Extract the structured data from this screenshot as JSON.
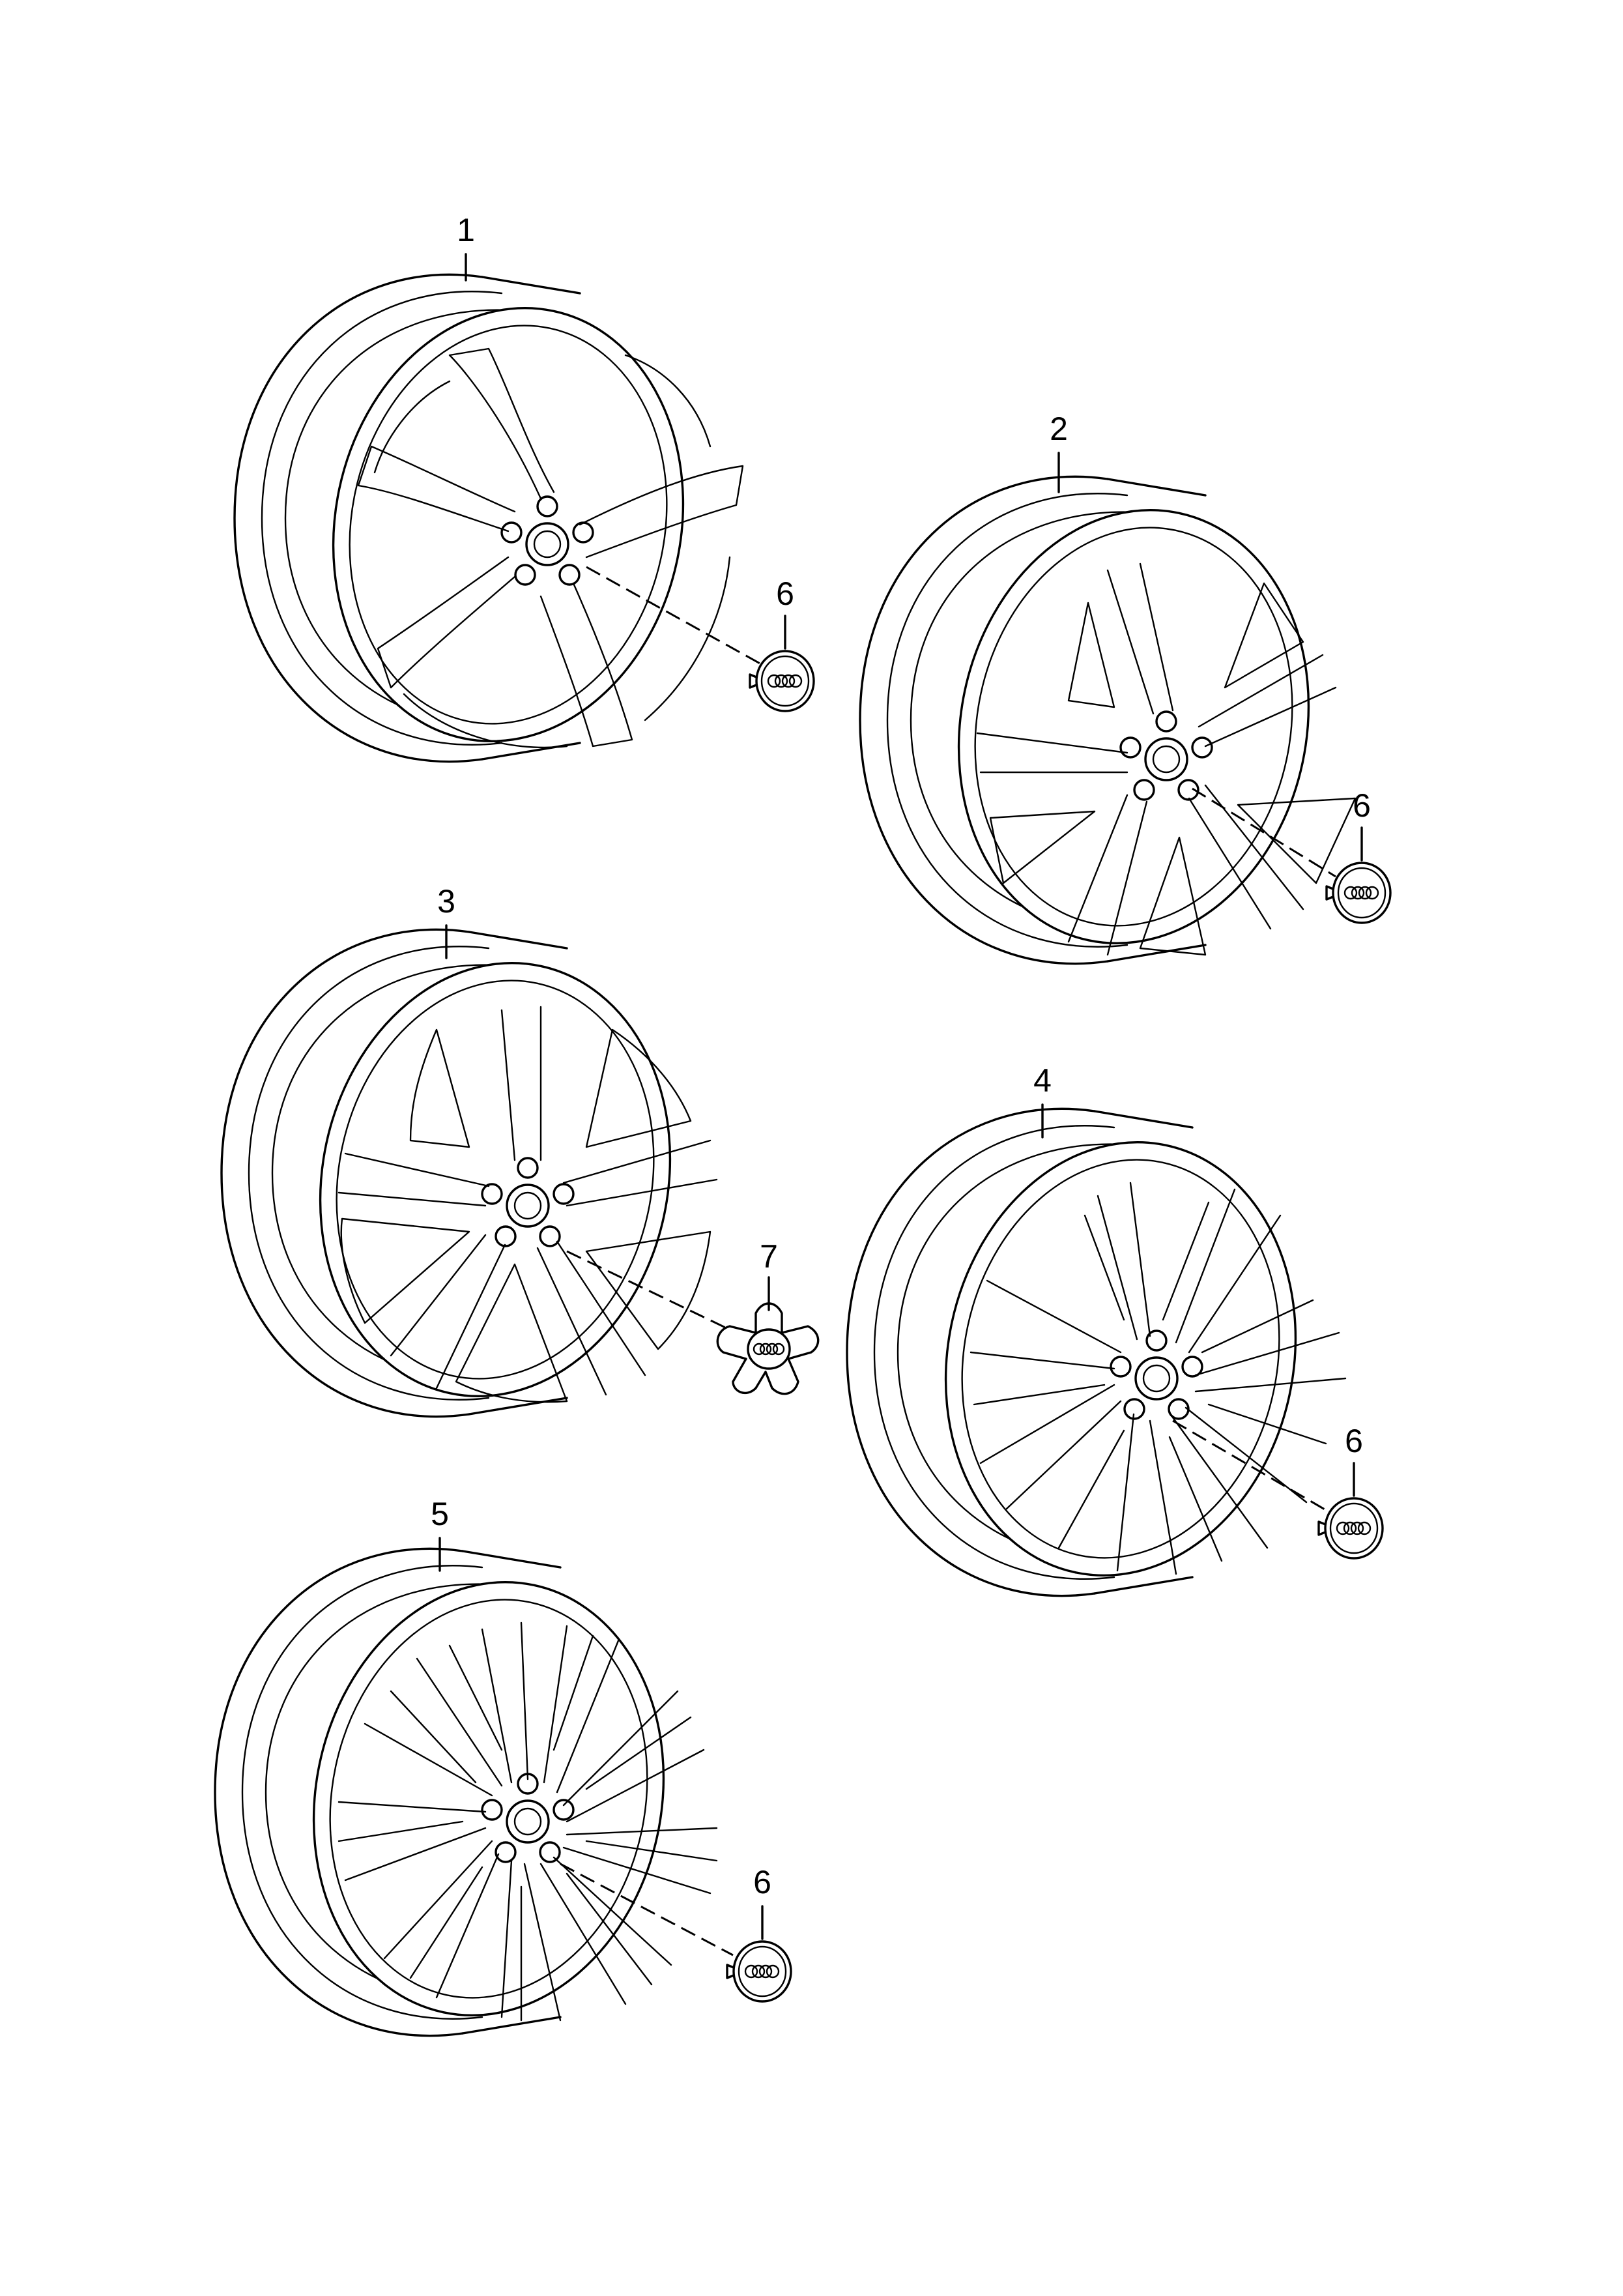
{
  "parts": [
    {
      "number": "1"
    },
    {
      "number": "2"
    },
    {
      "number": "3"
    },
    {
      "number": "4"
    },
    {
      "number": "5"
    }
  ],
  "accessories": [
    {
      "number": "6"
    },
    {
      "number": "6"
    },
    {
      "number": "7"
    },
    {
      "number": "6"
    },
    {
      "number": "6"
    }
  ]
}
